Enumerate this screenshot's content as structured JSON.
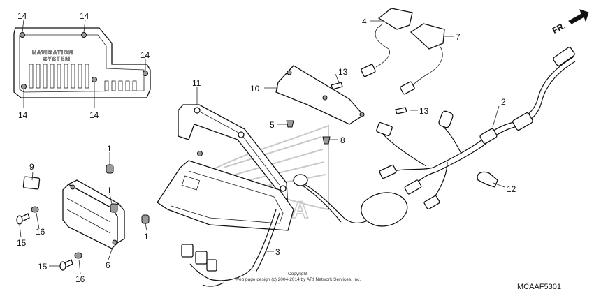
{
  "callouts": {
    "p1": "1",
    "p2": "2",
    "p3": "3",
    "p4": "4",
    "p5": "5",
    "p6": "6",
    "p7": "7",
    "p8": "8",
    "p9": "9",
    "p10": "10",
    "p11": "11",
    "p12": "12",
    "p13": "13",
    "p14": "14",
    "p15": "15",
    "p16": "16"
  },
  "cover_text": {
    "line1": "NAVIGATION",
    "line2": "SYSTEM"
  },
  "direction_label": "FR.",
  "watermark": "HONDA",
  "copyright": {
    "line1": "Copyright",
    "line2": "Web page design (c) 2004-2014 by ARI Network Services, Inc."
  },
  "diagram_code": "MCAAF5301"
}
